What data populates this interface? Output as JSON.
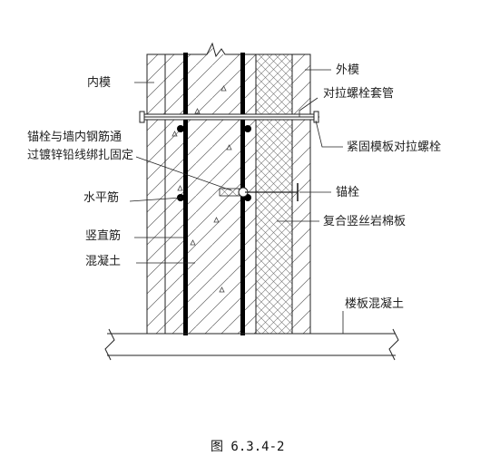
{
  "labels": {
    "inner_form": "内模",
    "outer_form": "外模",
    "bolt_sleeve": "对拉螺栓套管",
    "anchor_tie_line1": "锚栓与墙内钢筋通",
    "anchor_tie_line2": "过镀锌铅线绑扎固定",
    "tension_bolt": "紧固模板对拉螺栓",
    "horizontal_bar": "水平筋",
    "anchor_bolt": "锚栓",
    "composite_board": "复合竖丝岩棉板",
    "vertical_bar": "竖直筋",
    "concrete": "混凝土",
    "floor_concrete": "楼板混凝土"
  },
  "caption": "图 6.3.4-2"
}
